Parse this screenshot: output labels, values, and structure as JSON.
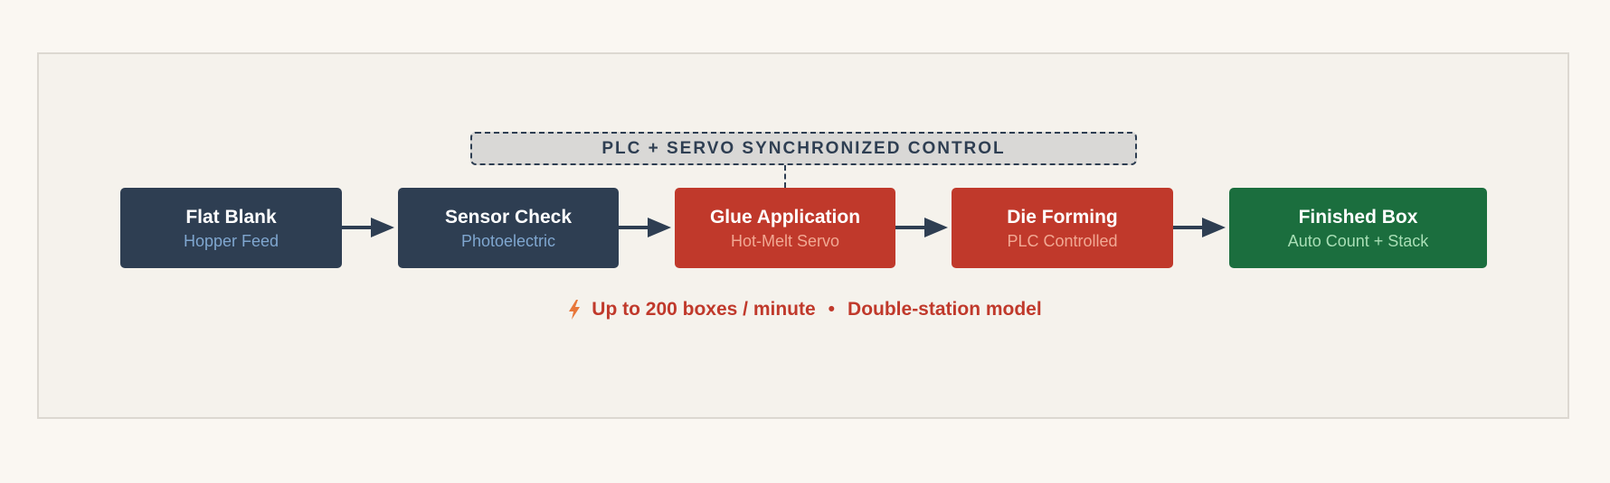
{
  "control": {
    "label": "PLC + SERVO SYNCHRONIZED CONTROL"
  },
  "stages": [
    {
      "title": "Flat Blank",
      "subtitle": "Hopper Feed"
    },
    {
      "title": "Sensor Check",
      "subtitle": "Photoelectric"
    },
    {
      "title": "Glue Application",
      "subtitle": "Hot-Melt Servo"
    },
    {
      "title": "Die Forming",
      "subtitle": "PLC Controlled"
    },
    {
      "title": "Finished Box",
      "subtitle": "Auto Count + Stack"
    }
  ],
  "footnote": {
    "icon": "bolt-icon",
    "speed": "Up to 200 boxes / minute",
    "separator": "•",
    "model": "Double-station model"
  },
  "colors": {
    "navy": "#2e3e52",
    "red": "#c0392b",
    "green": "#1b6e3e",
    "accent_orange": "#e8773a"
  }
}
